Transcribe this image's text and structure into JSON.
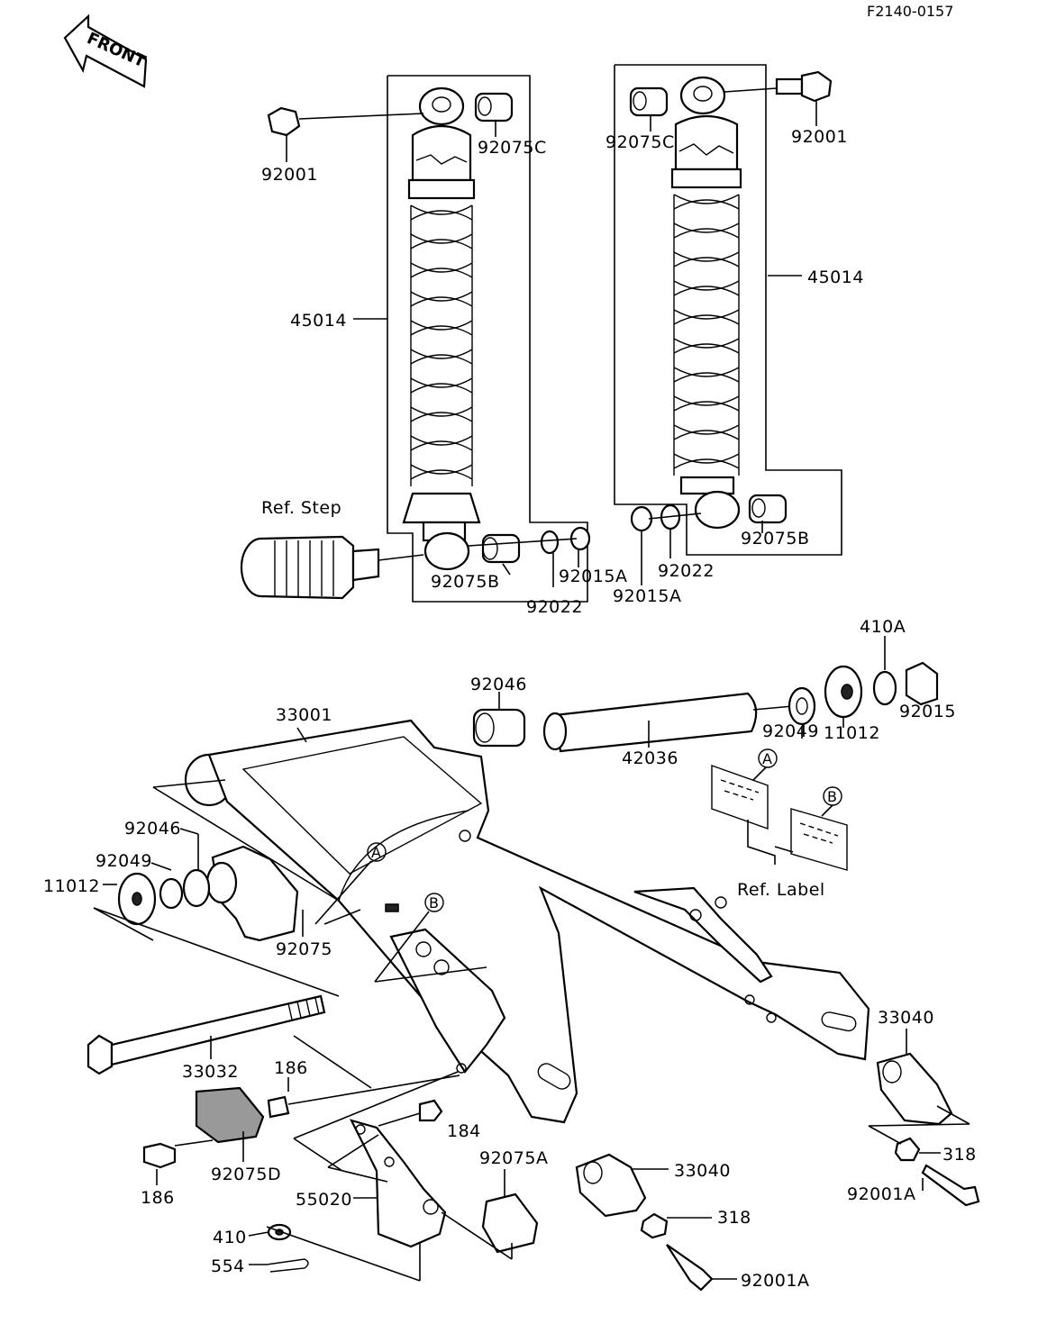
{
  "figure_code": "F2140-0157",
  "front_label": "FRONT",
  "ref_step": "Ref. Step",
  "ref_label": "Ref. Label",
  "callouts": {
    "A": "A",
    "B": "B"
  },
  "parts": {
    "p92001_left": "92001",
    "p92075C_left": "92075C",
    "p45014_left": "45014",
    "p92075B_left": "92075B",
    "p92015A_left": "92015A",
    "p92022_left": "92022",
    "p92075C_right": "92075C",
    "p92001_right": "92001",
    "p45014_right": "45014",
    "p92075B_right": "92075B",
    "p92022_right": "92022",
    "p92015A_right": "92015A",
    "p410A": "410A",
    "p92046_top": "92046",
    "p33001": "33001",
    "p42036": "42036",
    "p92049_top": "92049",
    "p11012_top": "11012",
    "p92015": "92015",
    "p92046_left": "92046",
    "p92049_left": "92049",
    "p11012_left": "11012",
    "p92075": "92075",
    "p33032": "33032",
    "p186_top": "186",
    "p184": "184",
    "p92075D": "92075D",
    "p186_bottom": "186",
    "p55020": "55020",
    "p410": "410",
    "p554": "554",
    "p92075A": "92075A",
    "p33040_mid": "33040",
    "p318_mid": "318",
    "p92001A_mid": "92001A",
    "p33040_right": "33040",
    "p318_right": "318",
    "p92001A_right": "92001A"
  }
}
